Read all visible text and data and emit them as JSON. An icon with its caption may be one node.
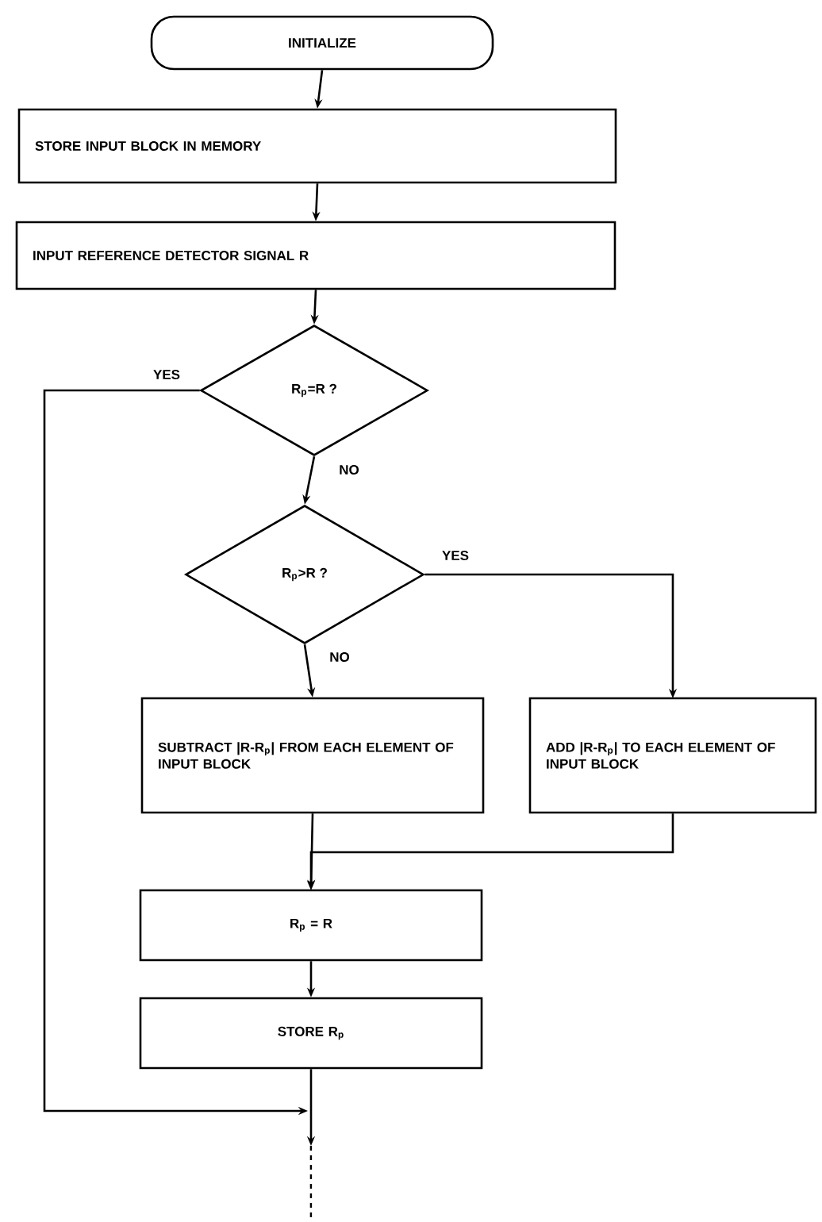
{
  "diagram": {
    "nodes": [
      {
        "text": [
          "INITIALIZE"
        ]
      },
      {
        "text": [
          "STORE INPUT BLOCK IN MEMORY"
        ]
      },
      {
        "text": [
          "INPUT REFERENCE DETECTOR SIGNAL R"
        ]
      },
      {
        "text": [
          "R$_{p}$=R  ?"
        ]
      },
      {
        "text": [
          "R$_{p}$>R  ?"
        ]
      },
      {
        "text": [
          "SUBTRACT |R-R$_{p}$| FROM EACH ELEMENT OF INPUT BLOCK"
        ]
      },
      {
        "text": [
          "ADD |R-R$_{p}$| TO EACH ELEMENT OF INPUT BLOCK"
        ]
      },
      {
        "text": [
          "R$_{p}$ = R"
        ]
      },
      {
        "text": [
          "STORE R$_{p}$"
        ]
      }
    ],
    "edges": [
      {
        "from": 0,
        "to": 1,
        "arrow": "to"
      },
      {
        "from": 1,
        "to": 2,
        "arrow": "to"
      },
      {
        "from": 2,
        "to": 3,
        "arrow": "to"
      },
      {
        "from": 3,
        "to": 4,
        "arrow": "to",
        "label": "NO"
      },
      {
        "from": 3,
        "to": null,
        "arrow": "to",
        "label": "YES"
      },
      {
        "from": 4,
        "to": 5,
        "arrow": "to",
        "label": "NO"
      },
      {
        "from": 4,
        "to": 6,
        "arrow": "to",
        "label": "YES"
      },
      {
        "from": 5,
        "to": 7,
        "arrow": "to"
      },
      {
        "from": 6,
        "to": 7,
        "arrow": "to"
      },
      {
        "from": 7,
        "to": 8,
        "arrow": "to"
      },
      {
        "from": 8,
        "to": null,
        "arrow": "to"
      }
    ]
  }
}
